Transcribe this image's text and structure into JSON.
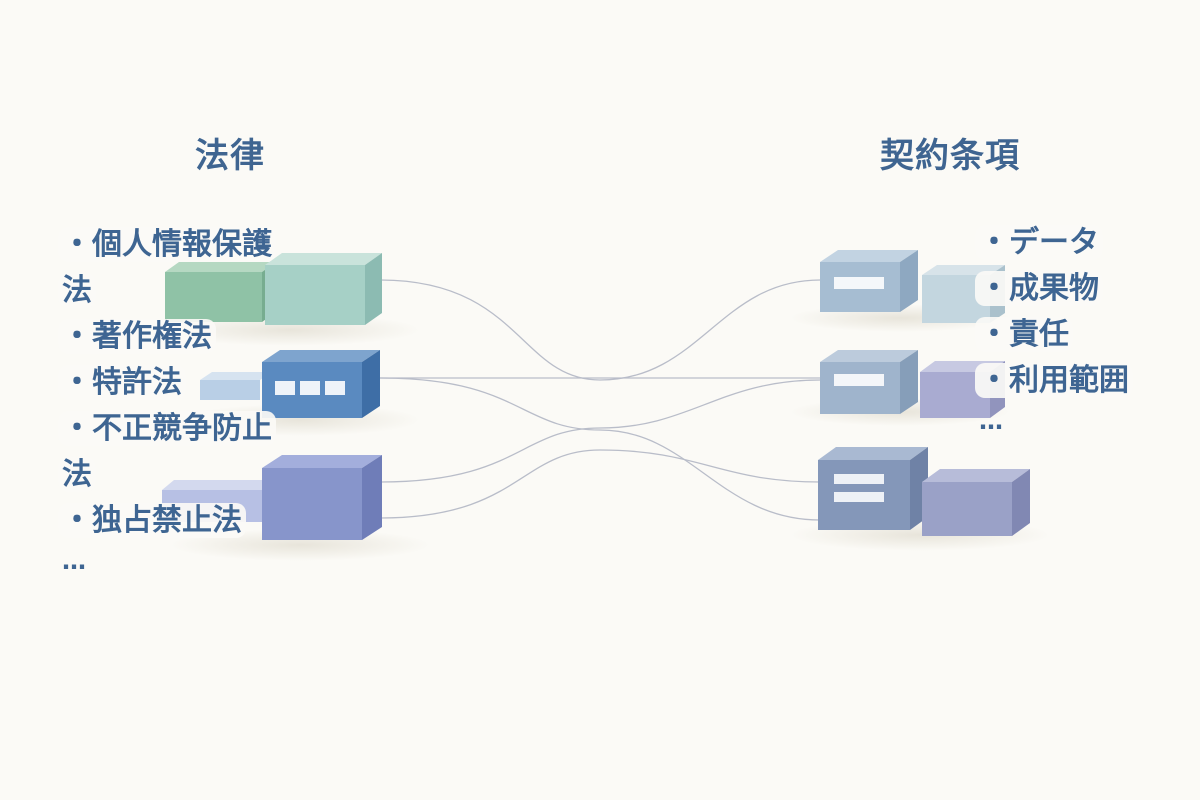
{
  "left": {
    "title": "法律",
    "items": [
      "・個人情報保護法",
      "・著作権法",
      "・特許法",
      "・不正競争防止法",
      "・独占禁止法"
    ],
    "more": "…"
  },
  "right": {
    "title": "契約条項",
    "items": [
      "・データ",
      "・成果物",
      "・責任",
      "・利用範囲"
    ],
    "more": "…"
  },
  "colors": {
    "background": "#fbfaf6",
    "heading": "#3f6591",
    "green_block": "#8fc2a6",
    "blue_block": "#4e7db0",
    "indigo_block": "#8796cc",
    "steel_block": "#a6bccf",
    "lavender_block": "#a2a6cc",
    "connector": "#b8bcc8"
  }
}
